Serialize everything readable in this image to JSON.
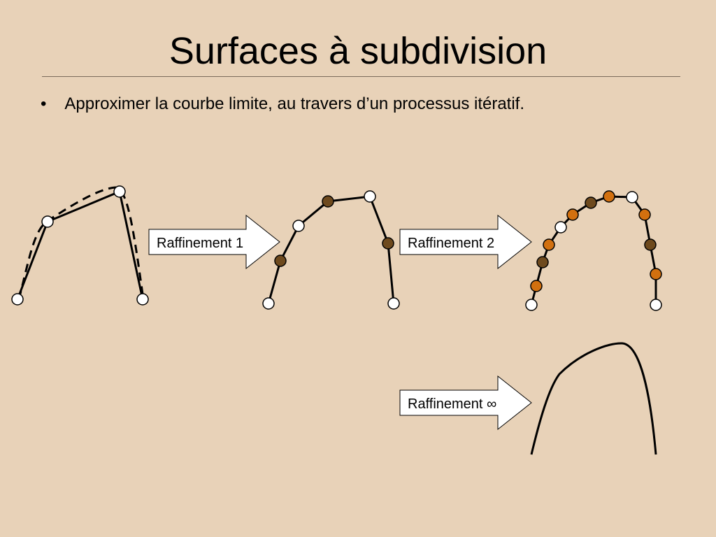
{
  "slide": {
    "title": "Surfaces à subdivision",
    "bullet_marker": "•",
    "bullet_text": "Approximer la courbe limite, au travers d’un processus itératif."
  },
  "arrows": [
    {
      "label": "Raffinement 1"
    },
    {
      "label": "Raffinement 2"
    },
    {
      "label": "Raffinement ∞"
    }
  ],
  "colors": {
    "background": "#e8d2b8",
    "point_original": "#ffffff",
    "point_level1": "#6e4a1e",
    "point_level2": "#d2700f",
    "stroke": "#000000"
  }
}
